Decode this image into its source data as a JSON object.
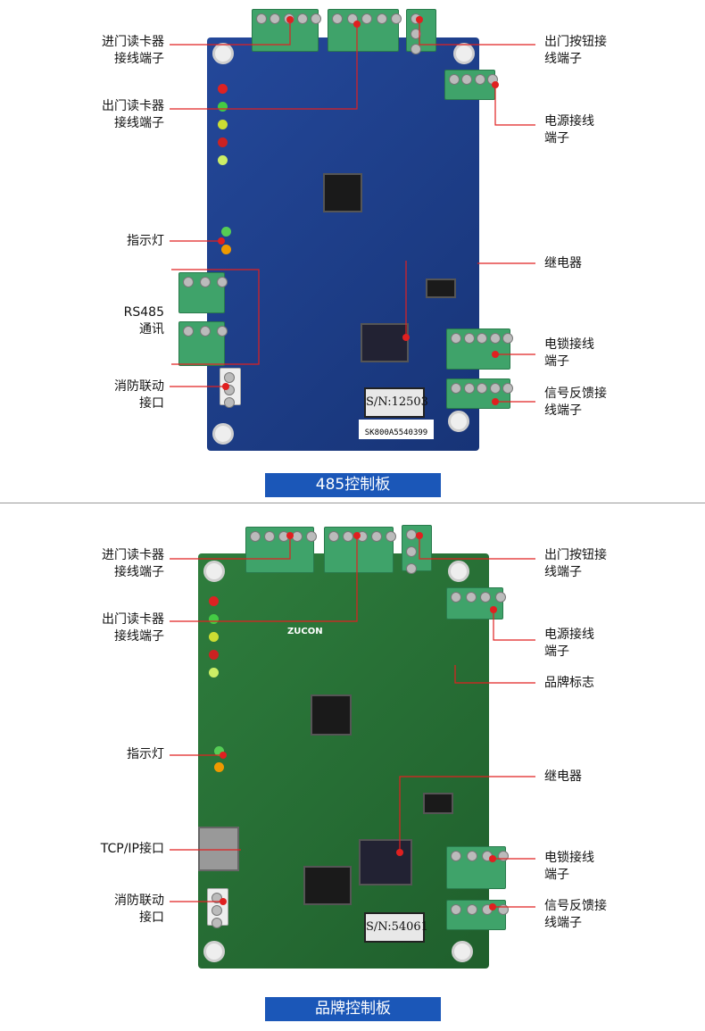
{
  "boards": [
    {
      "caption": "485控制板",
      "serial": "S/N:12503",
      "barcode": "SK800A5540399",
      "left_labels": [
        [
          "进门读卡器",
          "接线端子"
        ],
        [
          "出门读卡器",
          "接线端子"
        ],
        [
          "指示灯"
        ],
        [
          "RS485",
          "通讯"
        ],
        [
          "消防联动",
          "接口"
        ]
      ],
      "right_labels": [
        [
          "出门按钮接",
          "线端子"
        ],
        [
          "电源接线",
          "端子"
        ],
        [
          "继电器"
        ],
        [
          "电锁接线",
          "端子"
        ],
        [
          "信号反馈接",
          "线端子"
        ]
      ]
    },
    {
      "caption": "品牌控制板",
      "serial": "S/N:54061",
      "brand": "ZUCON",
      "left_labels": [
        [
          "进门读卡器",
          "接线端子"
        ],
        [
          "出门读卡器",
          "接线端子"
        ],
        [
          "指示灯"
        ],
        [
          "TCP/IP接口"
        ],
        [
          "消防联动",
          "接口"
        ]
      ],
      "right_labels": [
        [
          "出门按钮接",
          "线端子"
        ],
        [
          "电源接线",
          "端子"
        ],
        [
          "品牌标志"
        ],
        [
          "继电器"
        ],
        [
          "电锁接线",
          "端子"
        ],
        [
          "信号反馈接",
          "线端子"
        ]
      ]
    }
  ],
  "colors": {
    "line": "#e02020",
    "caption_bg": "#1b57b8",
    "board1": "#1f3f8f",
    "board2": "#2a7036"
  }
}
